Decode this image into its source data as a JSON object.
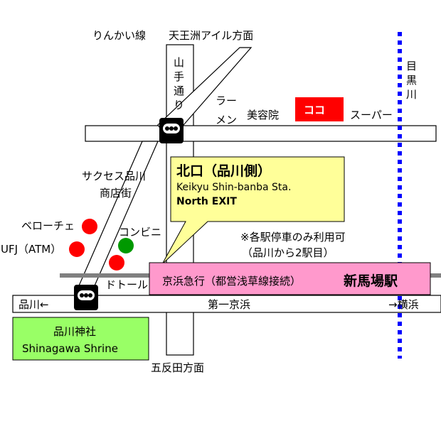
{
  "labels": {
    "rinkai": "りんかい線",
    "tennozu": "天王洲アイル方面",
    "yamate": [
      "山",
      "手",
      "通",
      "り"
    ],
    "ramen": [
      "ラー",
      "メン"
    ],
    "biyoin": "美容院",
    "coco": "ココ",
    "super": "スーパー",
    "meguro": [
      "目",
      "黒",
      "川"
    ],
    "success1": "サクセス品川",
    "success2": "商店街",
    "berooche": "ベローチェ",
    "ufj": "UFJ（ATM）",
    "conbini": "コンビニ",
    "doutor": "ドトール",
    "note1": "※各駅停車のみ利用可",
    "note2": "（品川から2駅目）",
    "keikyu": "京浜急行（都営浅草線接続）",
    "station": "新馬場駅",
    "shinagawa_arrow": "品川←",
    "dai1keihin": "第一京浜",
    "yokohama_arrow": "→横浜",
    "shrine_ja": "品川神社",
    "shrine_en": "Shinagawa Shrine",
    "gotanda": "五反田方面"
  },
  "callout": {
    "title": "北口（品川側）",
    "en": "Keikyu Shin-banba Sta.",
    "exit": "North EXIT"
  },
  "colors": {
    "callout_bg": "#ffff99",
    "station_bg": "#ff99cc",
    "shrine_bg": "#99ff66",
    "coco_bg": "#ff0000",
    "river": "#0000ff",
    "rail": "#808080",
    "red_dot": "#ff0000",
    "green_dot": "#009900"
  },
  "icons": [
    "traffic-signal-icon",
    "traffic-signal-icon",
    "traffic-signal-icon"
  ]
}
